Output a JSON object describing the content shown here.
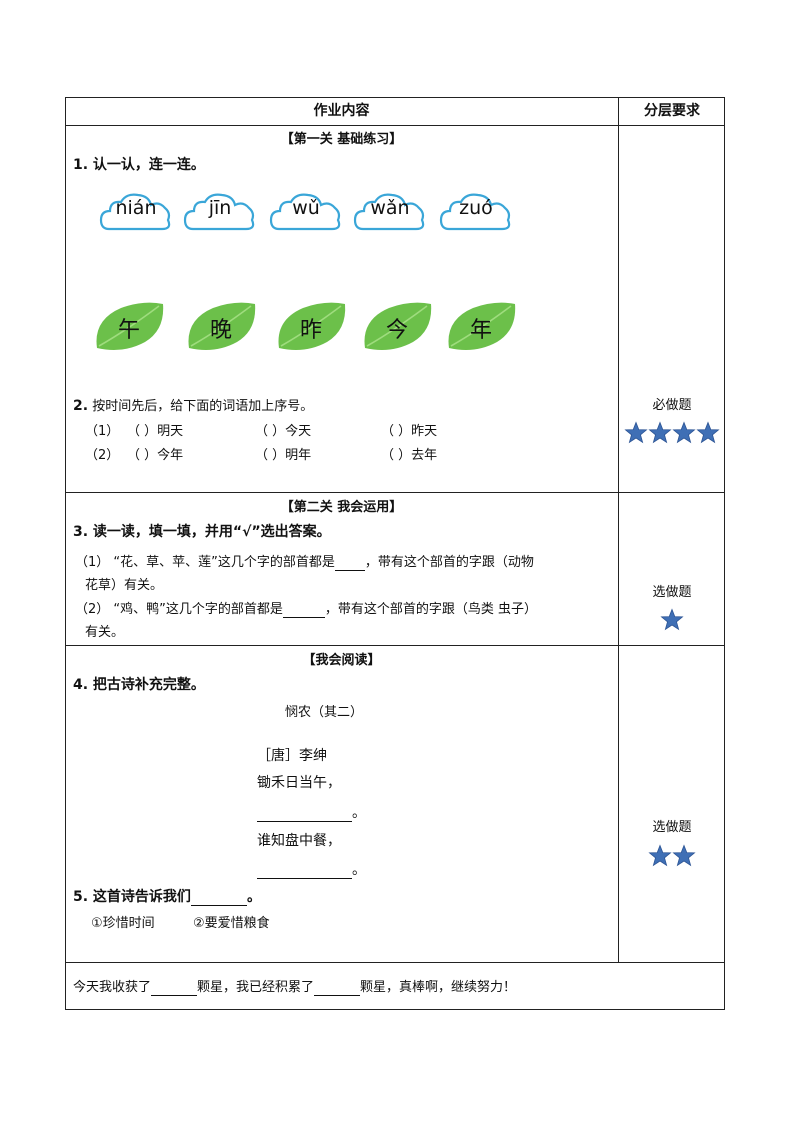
{
  "header": {
    "content_col": "作业内容",
    "level_col": "分层要求"
  },
  "section1": {
    "title": "【第一关 基础练习】",
    "q1": "1. 认一认，连一连。",
    "pinyin": [
      "nián",
      "jīn",
      "wǔ",
      "wǎn",
      "zuó"
    ],
    "characters": [
      "午",
      "晚",
      "昨",
      "今",
      "年"
    ],
    "q2_num": "2.",
    "q2_text": "按时间先后，给下面的词语加上序号。",
    "q2_rows": [
      {
        "prefix": "（1）",
        "items": [
          "（    ）明天",
          "（    ）今天",
          "（    ）昨天"
        ]
      },
      {
        "prefix": "（2）",
        "items": [
          "（    ）今年",
          "（    ）明年",
          "（    ）去年"
        ]
      }
    ],
    "level": "必做题",
    "stars": 4
  },
  "section2": {
    "title": "【第二关  我会运用】",
    "q3": "3. 读一读，填一填，并用“√”选出答案。",
    "line1a": "（1）  “花、草、苹、莲”这几个字的部首都是",
    "line1b": "，带有这个部首的字跟（动物",
    "line1c": "花草）有关。",
    "line2a": "（2）  “鸡、鸭”这几个字的部首都是",
    "line2b": "，带有这个部首的字跟（鸟类    虫子）",
    "line2c": "有关。",
    "level": "选做题",
    "stars": 1
  },
  "section3": {
    "title": "【我会阅读】",
    "q4": "4. 把古诗补充完整。",
    "poem_title": "悯农（其二）",
    "author": "［唐］李绅",
    "line1": "锄禾日当午，",
    "line3": "谁知盘中餐，",
    "period": "。",
    "q5": "5.  这首诗告诉我们",
    "q5_end": "。",
    "option1": "①珍惜时间",
    "option2": "②要爱惜粮食",
    "level": "选做题",
    "stars": 2
  },
  "footer": {
    "part1": "今天我收获了",
    "part2": "颗星，我已经积累了",
    "part3": "颗星，真棒啊，继续努力！"
  },
  "colors": {
    "cloud_stroke": "#3aa6d8",
    "leaf_fill": "#6cc04a",
    "leaf_vein": "#9fdc7e",
    "star_fill": "#3f6fb5"
  }
}
